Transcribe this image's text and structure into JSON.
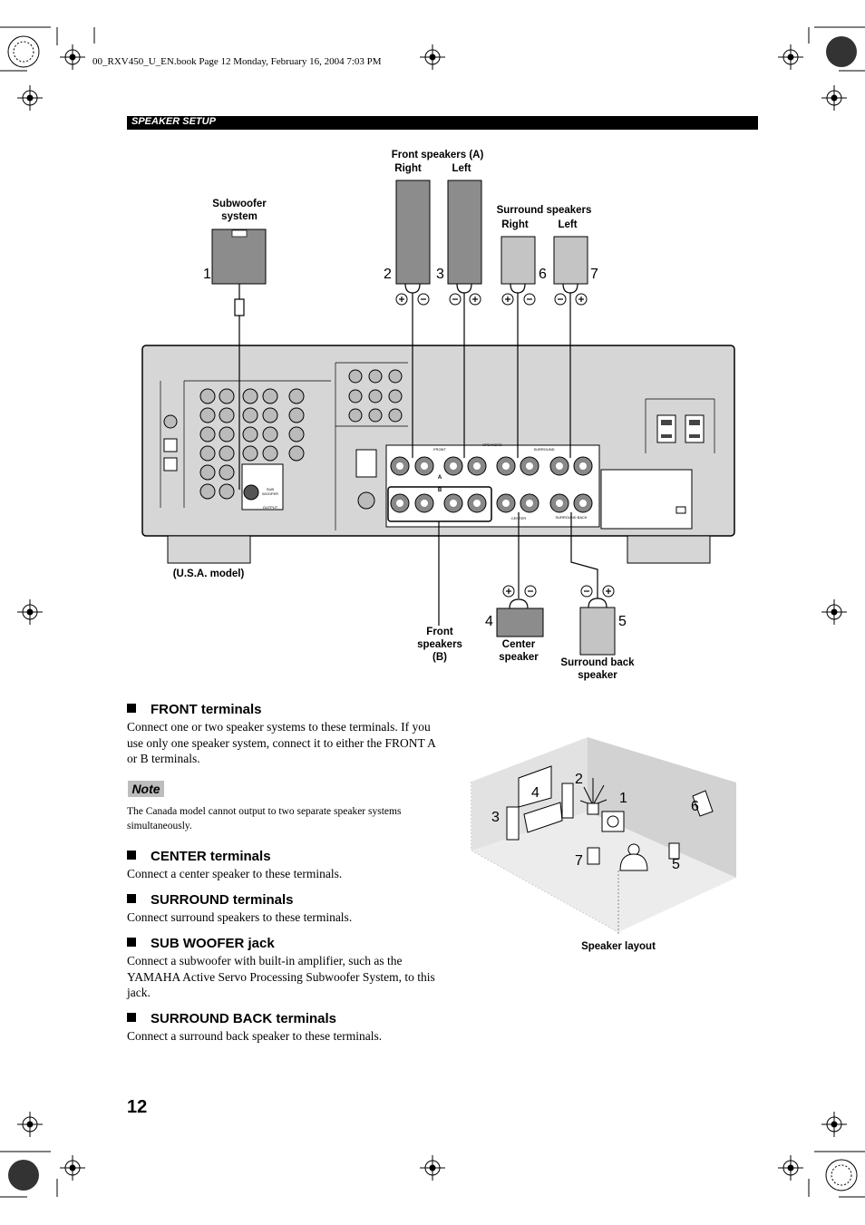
{
  "file_header": "00_RXV450_U_EN.book  Page 12  Monday, February 16, 2004  7:03 PM",
  "section_band": "SPEAKER SETUP",
  "diagram": {
    "front_a_title": "Front speakers (A)",
    "front_right": "Right",
    "front_left": "Left",
    "surround_title": "Surround speakers",
    "surround_right": "Right",
    "surround_left": "Left",
    "subwoofer_line1": "Subwoofer",
    "subwoofer_line2": "system",
    "usa_model": "(U.S.A. model)",
    "front_b_line1": "Front",
    "front_b_line2": "speakers",
    "front_b_line3": "(B)",
    "center_line1": "Center",
    "center_line2": "speaker",
    "surround_back_line1": "Surround back",
    "surround_back_line2": "speaker",
    "numbers": [
      "1",
      "2",
      "3",
      "4",
      "5",
      "6",
      "7"
    ],
    "panel_labels": {
      "speakers": "SPEAKERS",
      "front": "FRONT",
      "surround": "SURROUND",
      "a": "A",
      "b": "B",
      "center": "CENTER",
      "surround_back": "SURROUND BACK",
      "sub": "SUB",
      "woofer": "WOOFER",
      "output": "OUTPUT"
    }
  },
  "layout_caption": "Speaker layout",
  "sections": [
    {
      "heading": "FRONT terminals",
      "body": "Connect one or two speaker systems to these terminals. If you use only one speaker system, connect it to either the FRONT A or B terminals."
    },
    {
      "heading": "CENTER terminals",
      "body": "Connect a center speaker to these terminals."
    },
    {
      "heading": "SURROUND terminals",
      "body": "Connect surround speakers to these terminals."
    },
    {
      "heading": "SUB WOOFER jack",
      "body": "Connect a subwoofer with built-in amplifier, such as the YAMAHA Active Servo Processing Subwoofer System, to this jack."
    },
    {
      "heading": "SURROUND BACK terminals",
      "body": "Connect a surround back speaker to these terminals."
    }
  ],
  "note": {
    "label": "Note",
    "text": "The Canada model cannot output to two separate speaker systems simultaneously."
  },
  "page_number": "12",
  "colors": {
    "speaker_dark": "#8c8c8c",
    "speaker_light": "#c4c4c4",
    "panel": "#d6d6d6",
    "room_wall": "#dcdcdc",
    "room_floor": "#ececec"
  }
}
